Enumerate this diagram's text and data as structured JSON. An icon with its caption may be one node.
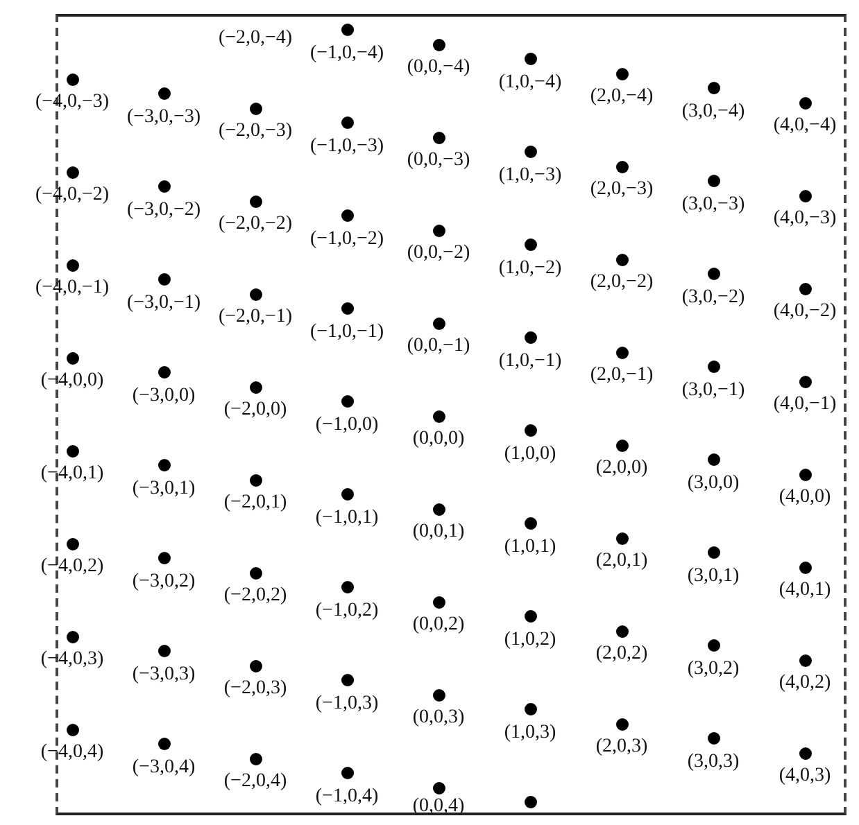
{
  "diagram": {
    "labels": [
      "(−2,0,−4)",
      "(−1,0,−4)",
      "(0,0,−4)",
      "(1,0,−4)",
      "(2,0,−4)",
      "(3,0,−4)",
      "(4,0,−4)",
      "(−4,0,−3)",
      "(−3,0,−3)",
      "(−2,0,−3)",
      "(−1,0,−3)",
      "(0,0,−3)",
      "(1,0,−3)",
      "(2,0,−3)",
      "(3,0,−3)",
      "(4,0,−3)",
      "(−4,0,−2)",
      "(−3,0,−2)",
      "(−2,0,−2)",
      "(−1,0,−2)",
      "(0,0,−2)",
      "(1,0,−2)",
      "(2,0,−2)",
      "(3,0,−2)",
      "(4,0,−2)",
      "(−4,0,−1)",
      "(−3,0,−1)",
      "(−2,0,−1)",
      "(−1,0,−1)",
      "(0,0,−1)",
      "(1,0,−1)",
      "(2,0,−1)",
      "(3,0,−1)",
      "(4,0,−1)",
      "(−4,0,0)",
      "(−3,0,0)",
      "(−2,0,0)",
      "(−1,0,0)",
      "(0,0,0)",
      "(1,0,0)",
      "(2,0,0)",
      "(3,0,0)",
      "(4,0,0)",
      "(−4,0,1)",
      "(−3,0,1)",
      "(−2,0,1)",
      "(−1,0,1)",
      "(0,0,1)",
      "(1,0,1)",
      "(2,0,1)",
      "(3,0,1)",
      "(4,0,1)",
      "(−4,0,2)",
      "(−3,0,2)",
      "(−2,0,2)",
      "(−1,0,2)",
      "(0,0,2)",
      "(1,0,2)",
      "(2,0,2)",
      "(3,0,2)",
      "(4,0,2)",
      "(−4,0,3)",
      "(−3,0,3)",
      "(−2,0,3)",
      "(−1,0,3)",
      "(0,0,3)",
      "(1,0,3)",
      "(2,0,3)",
      "(3,0,3)",
      "(4,0,3)",
      "(−4,0,4)",
      "(−3,0,4)",
      "(−2,0,4)",
      "(−1,0,4)",
      "(0,0,4)"
    ]
  }
}
